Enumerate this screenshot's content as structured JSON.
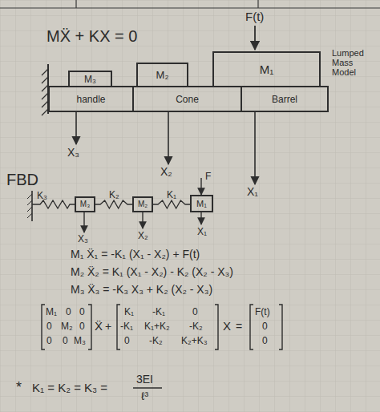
{
  "diagram": {
    "nodes": [
      {
        "text": [
          "M₃"
        ]
      },
      {
        "text": [
          "M₂"
        ]
      },
      {
        "text": [
          "M₁"
        ]
      },
      {
        "text": [
          "handle"
        ]
      },
      {
        "text": [
          "Cone"
        ]
      },
      {
        "text": [
          "Barrel"
        ]
      },
      {
        "text": [
          "M₃"
        ]
      },
      {
        "text": [
          "M₂"
        ]
      },
      {
        "text": [
          "M₁"
        ]
      }
    ],
    "edges": [
      {
        "from": 6,
        "to": 7,
        "label": "K₂",
        "arrow": "none"
      },
      {
        "from": 7,
        "to": 8,
        "label": "K₁",
        "arrow": "none"
      }
    ],
    "labels": [
      "F(t)",
      "MẌ + KX = 0",
      "Lumped Mass Model",
      "X₃",
      "X₂",
      "X₁",
      "FBD",
      "K₃",
      "F",
      "X₃",
      "X₂",
      "X₁",
      "M₁ Ẍ₁ = -K₁ (X₁ - X₂) + F(t)",
      "M₂ Ẍ₂ = K₁ (X₁ - X₂) - K₂ (X₂ - X₃)",
      "M₃ Ẍ₃ = -K₃ X₃ + K₂ (X₂ - X₃)",
      "M₁",
      "0",
      "0",
      "0",
      "M₂",
      "0",
      "0",
      "0",
      "M₃",
      "Ẍ",
      "+",
      "K₁",
      "-K₁",
      "0",
      "-K₁",
      "K₁+K₂",
      "-K₂",
      "0",
      "-K₂",
      "K₂+K₃",
      "X",
      "=",
      "F(t)",
      "0",
      "0",
      "*",
      "K₁ = K₂ = K₃ =",
      "3EI",
      "ℓ³"
    ]
  }
}
